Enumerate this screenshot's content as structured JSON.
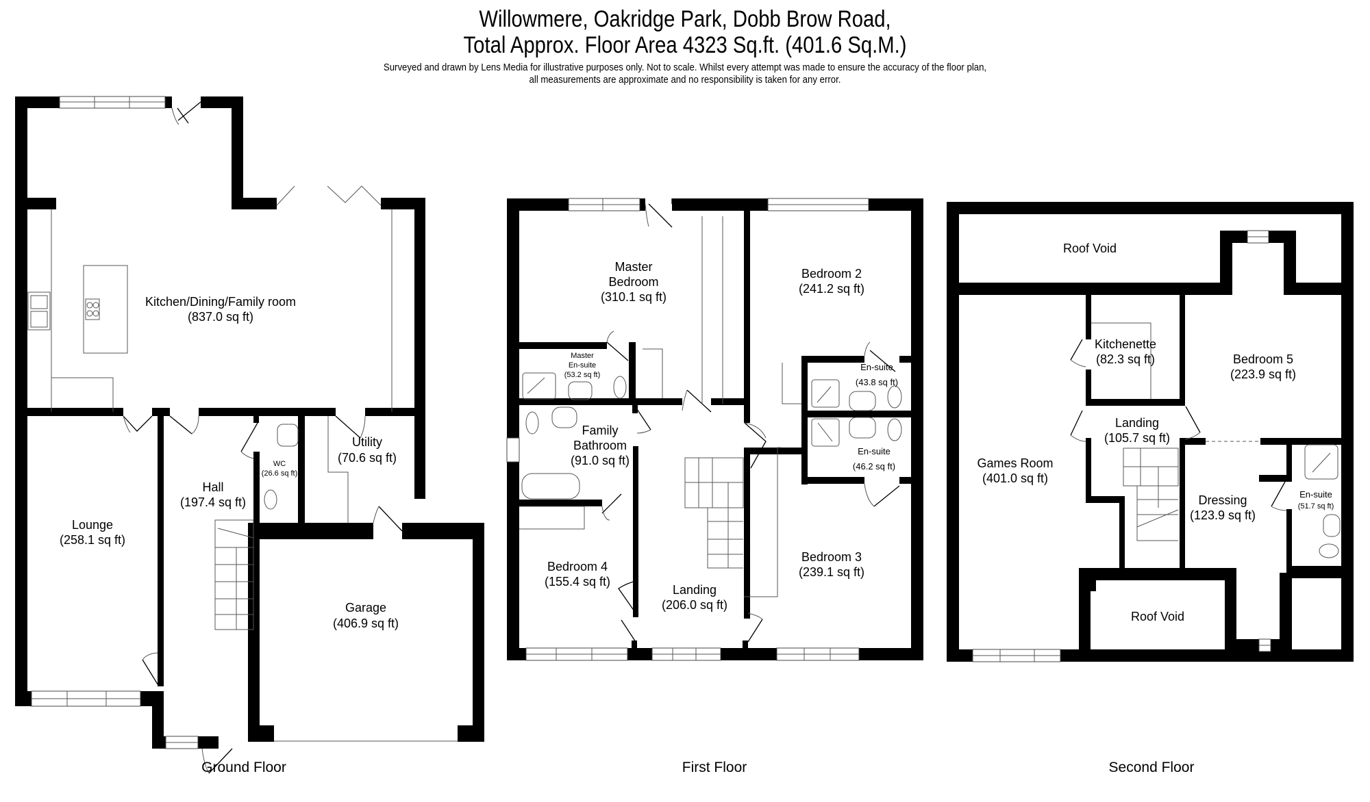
{
  "header": {
    "title_line1": "Willowmere, Oakridge Park, Dobb Brow Road,",
    "title_line2": "Total Approx. Floor Area 4323 Sq.ft. (401.6 Sq.M.)",
    "disclaimer_line1": "Surveyed and drawn by Lens Media for illustrative purposes only. Not to scale. Whilst every attempt was made to ensure the accuracy of the floor plan,",
    "disclaimer_line2": "all measurements are approximate and no responsibility is taken for any error."
  },
  "floors": {
    "ground": {
      "name": "Ground Floor",
      "rooms": {
        "kitchen": {
          "name": "Kitchen/Dining/Family room",
          "area": "(837.0 sq ft)"
        },
        "lounge": {
          "name": "Lounge",
          "area": "(258.1 sq ft)"
        },
        "hall": {
          "name": "Hall",
          "area": "(197.4 sq ft)"
        },
        "wc": {
          "name": "WC",
          "area": "(26.6 sq ft)"
        },
        "utility": {
          "name": "Utility",
          "area": "(70.6 sq ft)"
        },
        "garage": {
          "name": "Garage",
          "area": "(406.9 sq ft)"
        }
      }
    },
    "first": {
      "name": "First Floor",
      "rooms": {
        "master_bedroom": {
          "name_line1": "Master",
          "name_line2": "Bedroom",
          "area": "(310.1 sq ft)"
        },
        "master_ensuite": {
          "name_line1": "Master",
          "name_line2": "En-suite",
          "area": "(53.2 sq ft)"
        },
        "bedroom2": {
          "name": "Bedroom 2",
          "area": "(241.2 sq ft)"
        },
        "ensuite_a": {
          "name": "En-suite",
          "area": "(43.8 sq ft)"
        },
        "ensuite_b": {
          "name": "En-suite",
          "area": "(46.2 sq ft)"
        },
        "family_bathroom": {
          "name_line1": "Family",
          "name_line2": "Bathroom",
          "area": "(91.0 sq ft)"
        },
        "bedroom4": {
          "name": "Bedroom 4",
          "area": "(155.4 sq ft)"
        },
        "landing": {
          "name": "Landing",
          "area": "(206.0 sq ft)"
        },
        "bedroom3": {
          "name": "Bedroom 3",
          "area": "(239.1 sq ft)"
        }
      }
    },
    "second": {
      "name": "Second Floor",
      "rooms": {
        "roof_void_top": {
          "name": "Roof Void"
        },
        "kitchenette": {
          "name": "Kitchenette",
          "area": "(82.3 sq ft)"
        },
        "bedroom5": {
          "name": "Bedroom 5",
          "area": "(223.9 sq ft)"
        },
        "landing": {
          "name": "Landing",
          "area": "(105.7 sq ft)"
        },
        "games_room": {
          "name": "Games Room",
          "area": "(401.0 sq ft)"
        },
        "dressing": {
          "name": "Dressing",
          "area": "(123.9 sq ft)"
        },
        "ensuite": {
          "name": "En-suite",
          "area": "(51.7 sq ft)"
        },
        "roof_void_bottom": {
          "name": "Roof Void"
        }
      }
    }
  }
}
